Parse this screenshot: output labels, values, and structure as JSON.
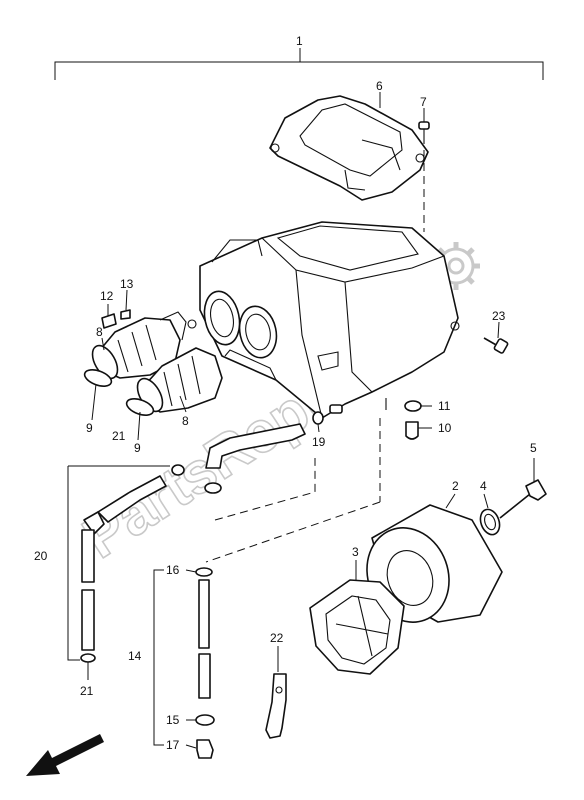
{
  "watermark": "PartsRepublik",
  "callouts": {
    "c1": "1",
    "c2": "2",
    "c3": "3",
    "c4": "4",
    "c5": "5",
    "c6": "6",
    "c7": "7",
    "c8a": "8",
    "c8b": "8",
    "c9a": "9",
    "c9b": "9",
    "c10": "10",
    "c11": "11",
    "c12": "12",
    "c13": "13",
    "c14": "14",
    "c15": "15",
    "c16": "16",
    "c17": "17",
    "c19": "19",
    "c20": "20",
    "c21a": "21",
    "c21b": "21",
    "c22": "22",
    "c23": "23"
  },
  "icons": {
    "gear": "gear-watermark-icon",
    "arrow": "front-direction-arrow-icon"
  }
}
